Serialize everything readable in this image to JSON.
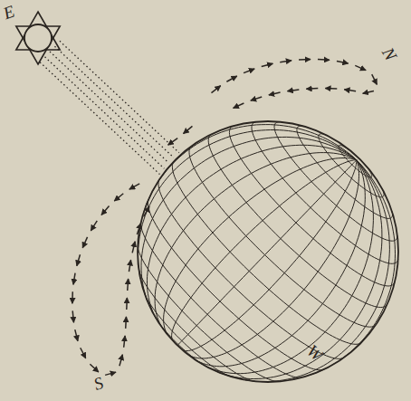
{
  "diagram": {
    "labels": [
      "E",
      "N",
      "S",
      "W"
    ]
  }
}
